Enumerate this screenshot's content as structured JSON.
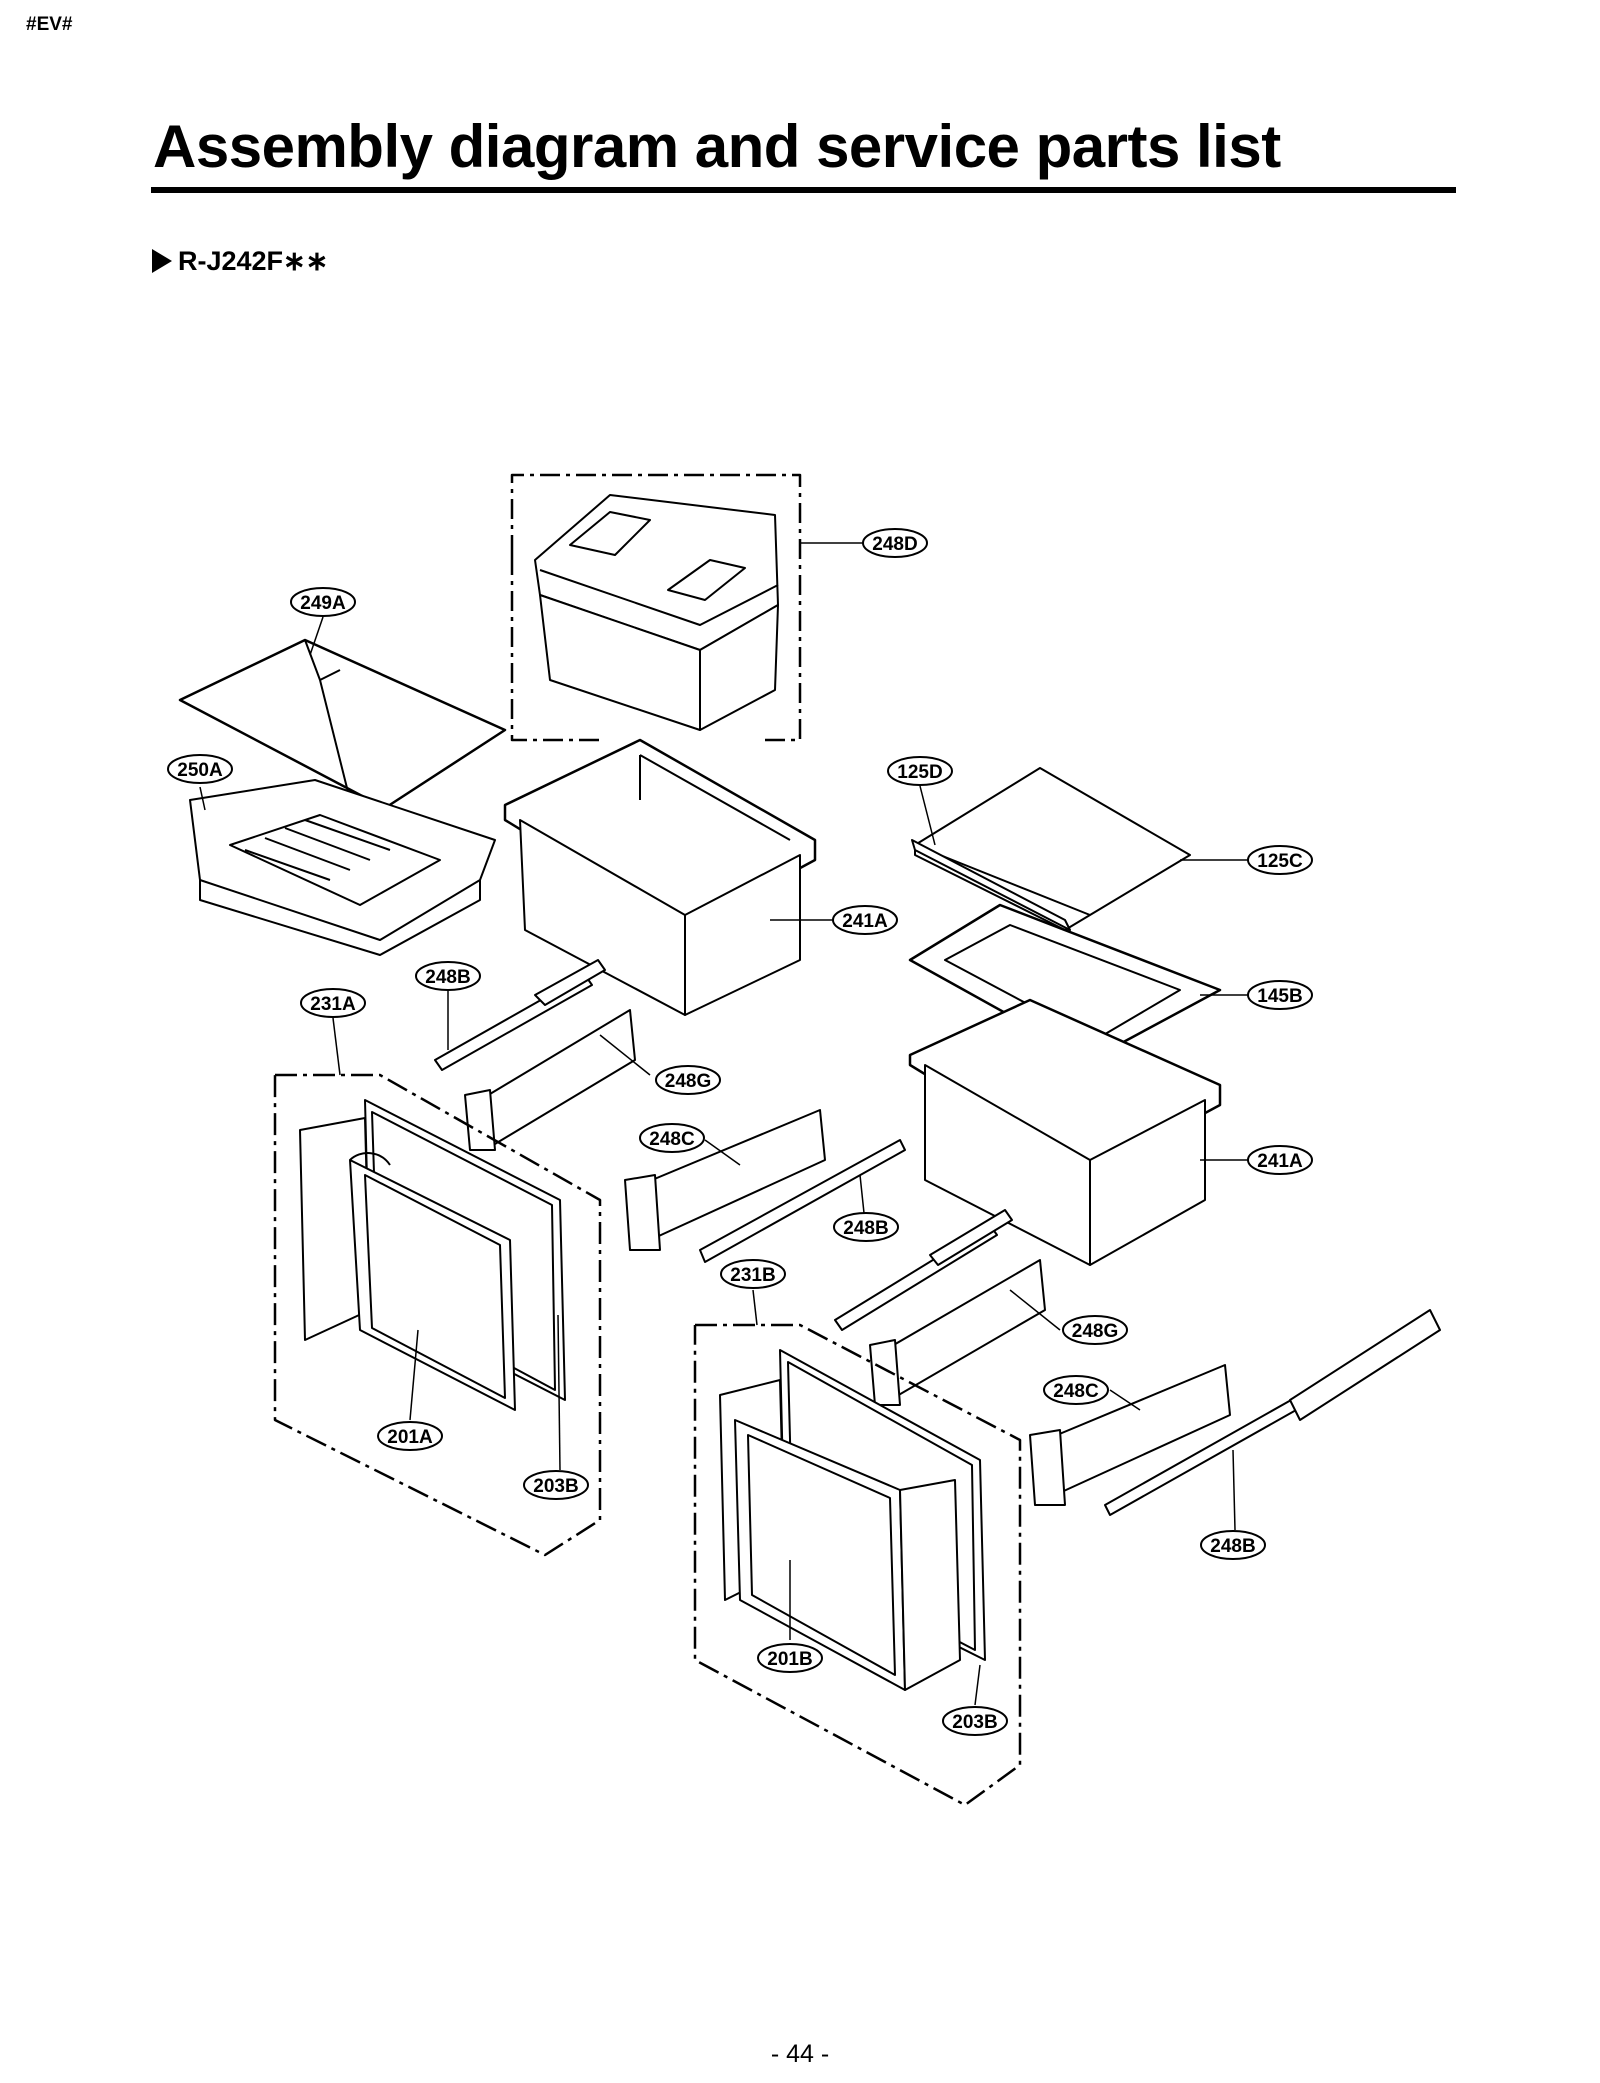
{
  "header_tag": "#EV#",
  "title": "Assembly diagram and service parts list",
  "model": "R-J242F∗∗",
  "page_number": "- 44 -",
  "callouts": {
    "c248D": "248D",
    "c249A": "249A",
    "c250A": "250A",
    "c125D": "125D",
    "c125C": "125C",
    "c241A_top": "241A",
    "c248B_left": "248B",
    "c231A": "231A",
    "c145B": "145B",
    "c248G_left": "248G",
    "c248C_left": "248C",
    "c241A_right": "241A",
    "c248B_mid": "248B",
    "c231B": "231B",
    "c248G_right": "248G",
    "c248C_right": "248C",
    "c201A": "201A",
    "c203B_left": "203B",
    "c248B_right": "248B",
    "c201B": "201B",
    "c203B_right": "203B"
  }
}
